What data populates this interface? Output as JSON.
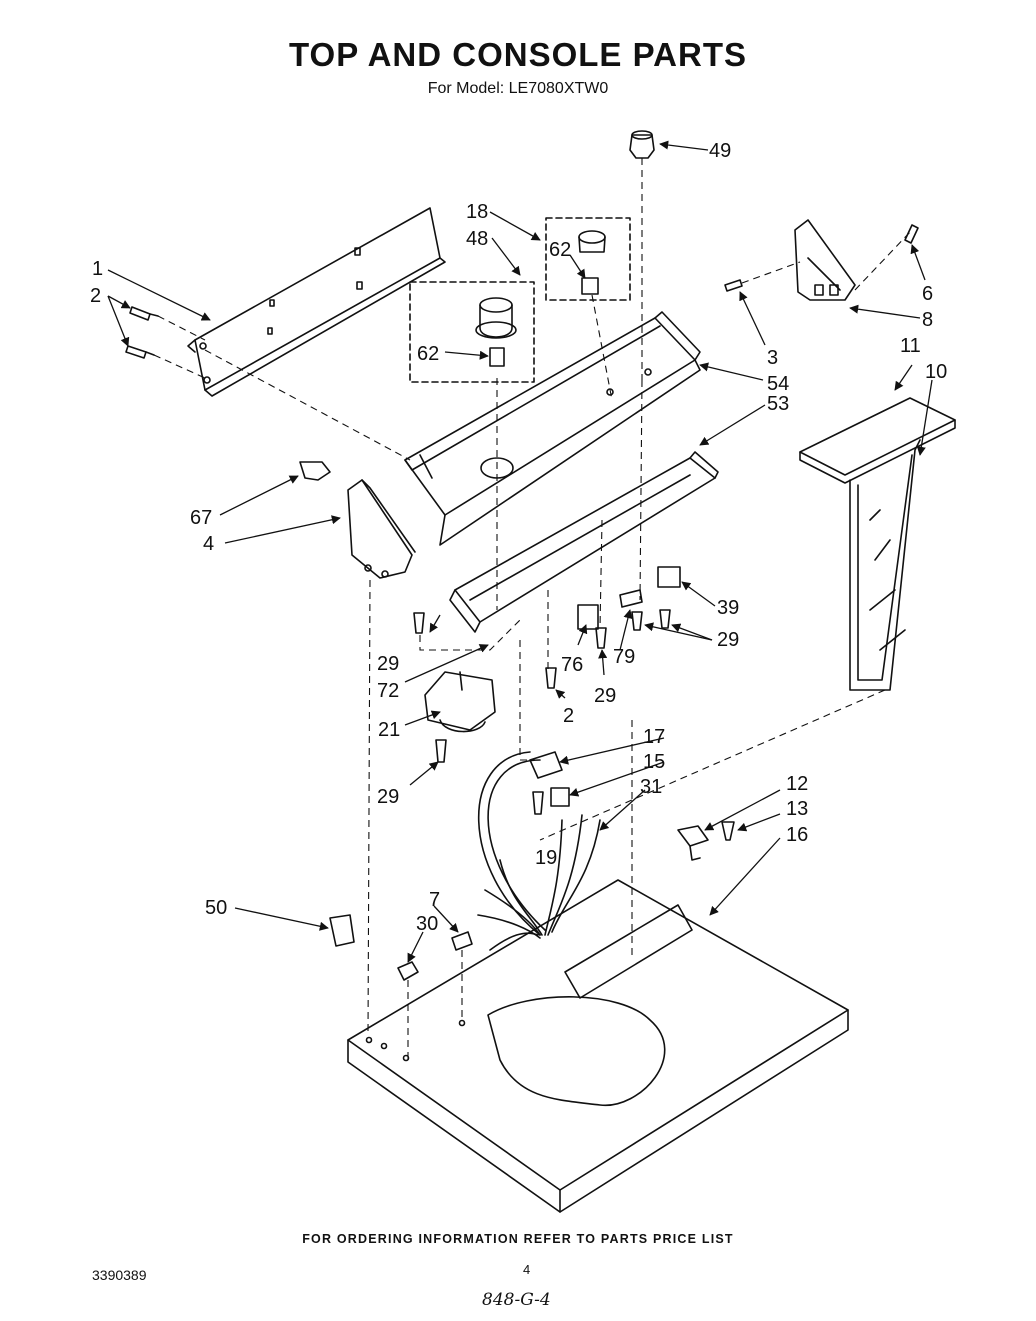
{
  "header": {
    "title": "TOP AND CONSOLE PARTS",
    "subtitle": "For Model: LE7080XTW0"
  },
  "footer": {
    "ordering_note": "FOR ORDERING INFORMATION REFER TO PARTS PRICE LIST",
    "document_number": "3390389",
    "page_number": "4",
    "handwritten_note": "848-G-4"
  },
  "callouts": {
    "c49": "49",
    "c18": "18",
    "c48": "48",
    "c62a": "62",
    "c62b": "62",
    "c1": "1",
    "c2a": "2",
    "c6": "6",
    "c8": "8",
    "c3": "3",
    "c54": "54",
    "c11": "11",
    "c10": "10",
    "c53": "53",
    "c67": "67",
    "c4": "4",
    "c39": "39",
    "c29a": "29",
    "c29b": "29",
    "c72": "72",
    "c76": "76",
    "c79": "79",
    "c29c": "29",
    "c2b": "2",
    "c21": "21",
    "c17": "17",
    "c15": "15",
    "c31": "31",
    "c29d": "29",
    "c12": "12",
    "c13": "13",
    "c16": "16",
    "c19": "19",
    "c50": "50",
    "c7": "7",
    "c30": "30"
  }
}
